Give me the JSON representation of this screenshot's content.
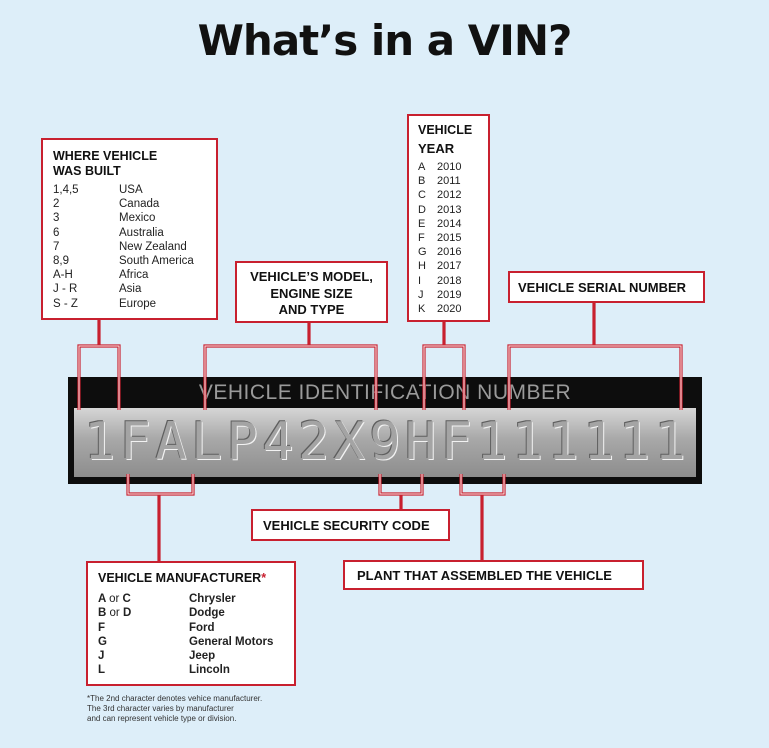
{
  "title": "What’s in a VIN?",
  "plate_label": "VEHICLE IDENTIFICATION NUMBER",
  "vin_chars": [
    "1",
    "F",
    "A",
    "L",
    "P",
    "4",
    "2",
    "X",
    "9",
    "H",
    "F",
    "1",
    "1",
    "1",
    "1",
    "1",
    "1"
  ],
  "colors": {
    "accent": "#c8202f",
    "background": "#ddeef9",
    "plate": "#0d0d0d"
  },
  "built": {
    "heading_line1": "WHERE VEHICLE",
    "heading_line2": "WAS BUILT",
    "rows": [
      {
        "code": "1,4,5",
        "place": "USA"
      },
      {
        "code": "2",
        "place": "Canada"
      },
      {
        "code": "3",
        "place": "Mexico"
      },
      {
        "code": "6",
        "place": "Australia"
      },
      {
        "code": "7",
        "place": "New Zealand"
      },
      {
        "code": "8,9",
        "place": "South America"
      },
      {
        "code": "A-H",
        "place": "Africa"
      },
      {
        "code": "J - R",
        "place": "Asia"
      },
      {
        "code": "S - Z",
        "place": "Europe"
      }
    ]
  },
  "model": {
    "line1": "VEHICLE’S MODEL,",
    "line2": "ENGINE SIZE",
    "line3": "AND TYPE"
  },
  "year": {
    "heading_line1": "VEHICLE",
    "heading_line2": "YEAR",
    "rows": [
      {
        "code": "A",
        "year": "2010"
      },
      {
        "code": "B",
        "year": "2011"
      },
      {
        "code": "C",
        "year": "2012"
      },
      {
        "code": "D",
        "year": "2013"
      },
      {
        "code": "E",
        "year": "2014"
      },
      {
        "code": "F",
        "year": "2015"
      },
      {
        "code": "G",
        "year": "2016"
      },
      {
        "code": "H",
        "year": "2017"
      },
      {
        "code": "I",
        "year": "2018"
      },
      {
        "code": "J",
        "year": "2019"
      },
      {
        "code": "K",
        "year": "2020"
      }
    ]
  },
  "serial": {
    "heading": "VEHICLE SERIAL NUMBER"
  },
  "security": {
    "heading": "VEHICLE SECURITY CODE"
  },
  "plant": {
    "heading": "PLANT THAT ASSEMBLED THE VEHICLE"
  },
  "manufacturer": {
    "heading": "VEHICLE MANUFACTURER",
    "asterisk": "*",
    "rows": [
      {
        "code_a": "A",
        "or": "or",
        "code_b": "C",
        "name": "Chrysler"
      },
      {
        "code_a": "B",
        "or": "or",
        "code_b": "D",
        "name": "Dodge"
      },
      {
        "code_a": "F",
        "or": "",
        "code_b": "",
        "name": "Ford"
      },
      {
        "code_a": "G",
        "or": "",
        "code_b": "",
        "name": "General Motors"
      },
      {
        "code_a": "J",
        "or": "",
        "code_b": "",
        "name": "Jeep"
      },
      {
        "code_a": "L",
        "or": "",
        "code_b": "",
        "name": "Lincoln"
      }
    ]
  },
  "footnote": {
    "line1": "*The 2nd character denotes vehice manufacturer.",
    "line2": "The 3rd character varies by manufacturer",
    "line3": "and can represent vehicle type or division."
  }
}
